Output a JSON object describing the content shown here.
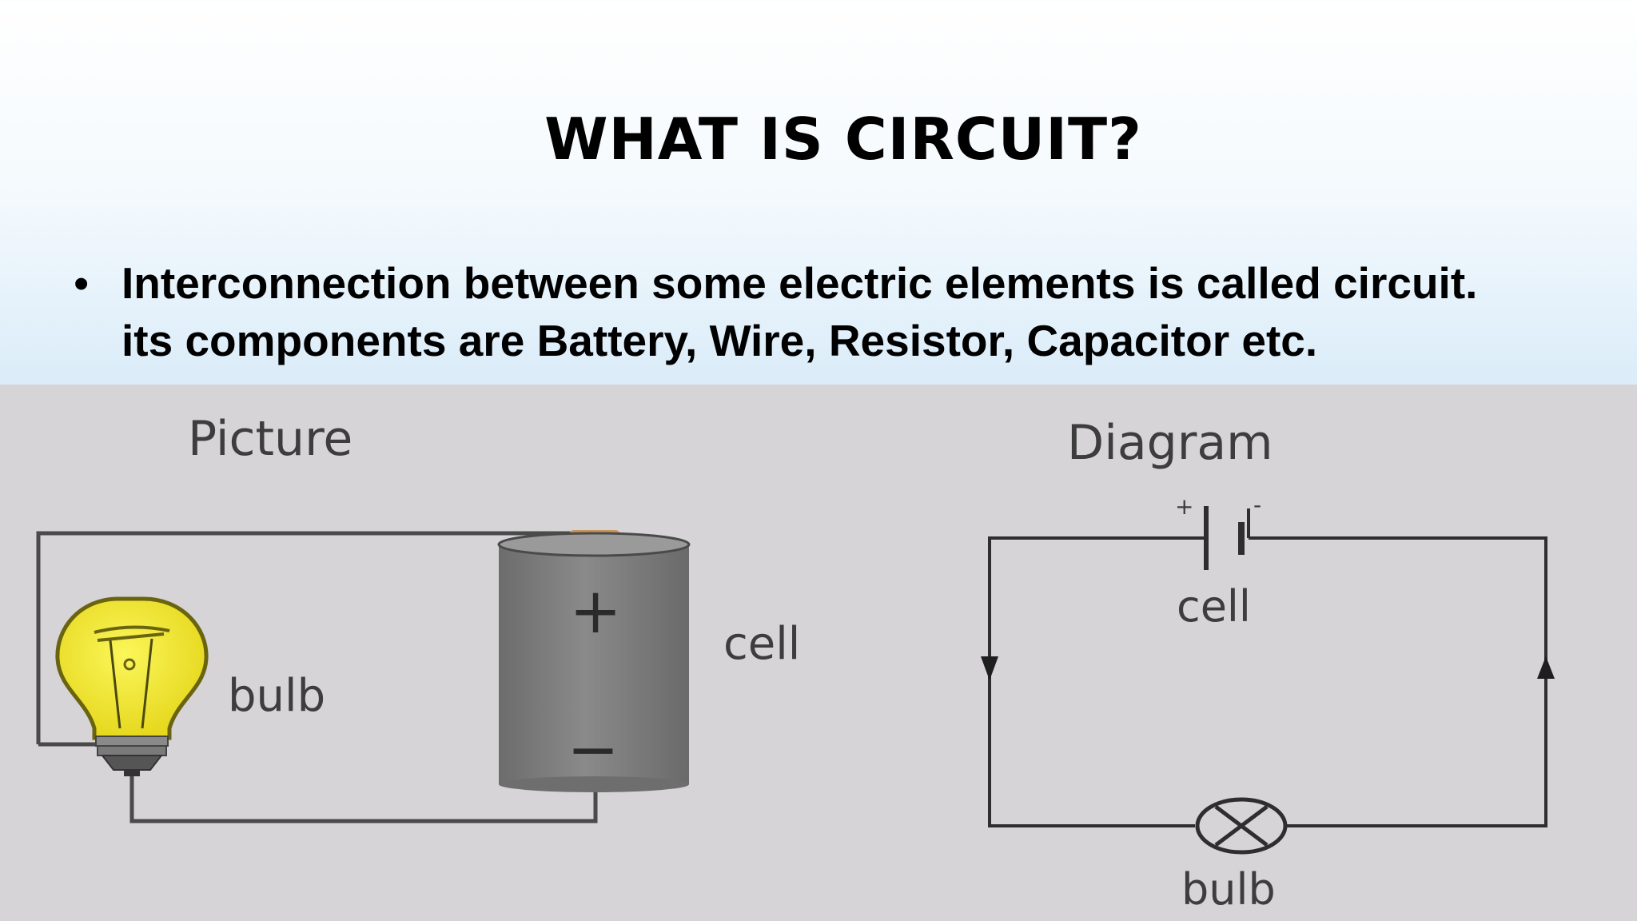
{
  "slide": {
    "title": "WHAT IS CIRCUIT?",
    "bullets": [
      {
        "lines": [
          "Interconnection between some electric elements is called circuit.",
          "its components are Battery, Wire, Resistor, Capacitor etc."
        ]
      }
    ]
  },
  "figure": {
    "picture_heading": "Picture",
    "picture_bulb_label": "bulb",
    "picture_cell_label": "cell",
    "cell_plus": "+",
    "cell_minus": "−",
    "diagram_heading": "Diagram",
    "diagram_cell_label": "cell",
    "diagram_bulb_label": "bulb",
    "diagram_plus": "+",
    "diagram_minus": "-"
  },
  "colors": {
    "figure_background": "#d6d4d6",
    "wire": "#4a4a4a",
    "battery_body": "#7d7d7d",
    "battery_terminal": "#c8955a",
    "bulb_glass": "#f2ea2a"
  },
  "icons": [
    "bulb-icon",
    "battery-icon",
    "cell-symbol-icon",
    "lamp-symbol-icon",
    "arrow-down-icon",
    "arrow-up-icon"
  ]
}
